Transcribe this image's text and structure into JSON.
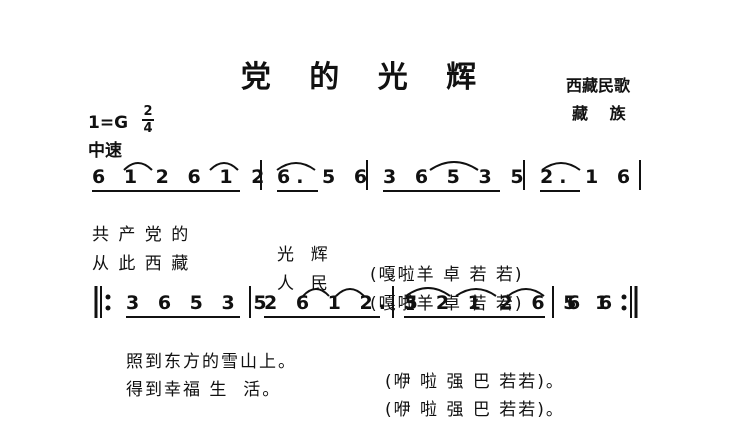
{
  "title": "党 的 光 辉",
  "origin": "西藏民歌",
  "ethnicity": "藏　 族",
  "key": "1=G",
  "time_top": "2",
  "time_bottom": "4",
  "tempo": "中速",
  "line1": {
    "measures": [
      "6 1 2 6 1 2",
      "6. 5 6",
      "3 6 5 3 5",
      "2. 1 6"
    ],
    "lyrics1": [
      "共 产 党 的",
      "光  辉",
      "(嘎啦羊 卓 若 若)"
    ],
    "lyrics2": [
      "从 此 西 藏",
      "人  民",
      "(嘎啦羊 卓 若 若)"
    ]
  },
  "line2": {
    "measures": [
      "3 6 5 3 5",
      "2 6 1 2. 5",
      "3 2 1 2 6 5 1",
      "6 6"
    ],
    "lyrics1": [
      "照到东方的雪山上。",
      "(咿 啦 强 巴 若若)。"
    ],
    "lyrics2": [
      "得到幸福 生  活。",
      "(咿 啦 强 巴 若若)。"
    ]
  }
}
